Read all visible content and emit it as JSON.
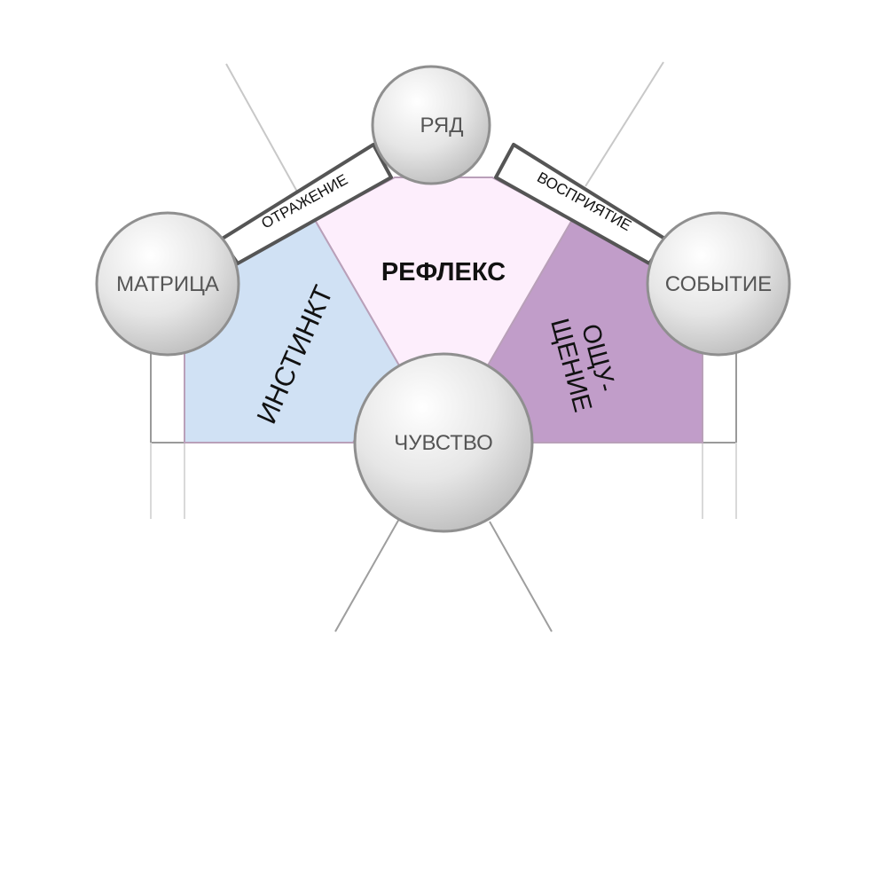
{
  "nodes": {
    "top": "РЯД",
    "left": "МАТРИЦА",
    "right": "СОБЫТИЕ",
    "bottom": "ЧУВСТВО"
  },
  "bands": {
    "left": "ОТРАЖЕНИЕ",
    "right": "ВОСПРИЯТИЕ"
  },
  "regions": {
    "center": "РЕФЛЕКС",
    "left": "ИНСТИНКТ",
    "right_line1": "ОЩУ-",
    "right_line2": "ЩЕНИЕ"
  },
  "colors": {
    "region_left": "#d0e1f4",
    "region_center": "#fdeefc",
    "region_right": "#c19dc9",
    "node_outline": "#8f8f8f",
    "band_outline": "#555555"
  }
}
